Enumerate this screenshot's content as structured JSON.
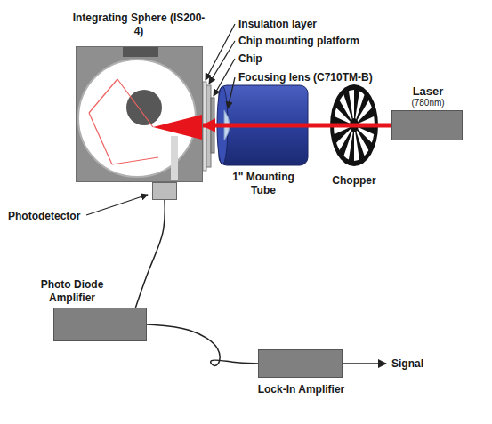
{
  "diagram": {
    "nodes": [
      {
        "text": [
          "Integrating Sphere (IS200-4)"
        ]
      },
      {
        "text": [
          "Photodetector"
        ]
      },
      {
        "text": [
          "Laser",
          "(780nm)"
        ]
      },
      {
        "text": [
          "Photo Diode Amplifier"
        ]
      },
      {
        "text": [
          "Lock-In Amplifier"
        ]
      }
    ],
    "edges": [
      {
        "from": 2,
        "to": 0,
        "arrow": "to"
      },
      {
        "from": 1,
        "to": 3,
        "arrow": "none"
      },
      {
        "from": 3,
        "to": 4,
        "arrow": "none"
      }
    ],
    "labels": [
      "Insulation layer",
      "Chip mounting platform",
      "Chip",
      "Focusing lens (C710TM-B)",
      "1\" Mounting Tube",
      "Chopper",
      "Signal"
    ]
  }
}
